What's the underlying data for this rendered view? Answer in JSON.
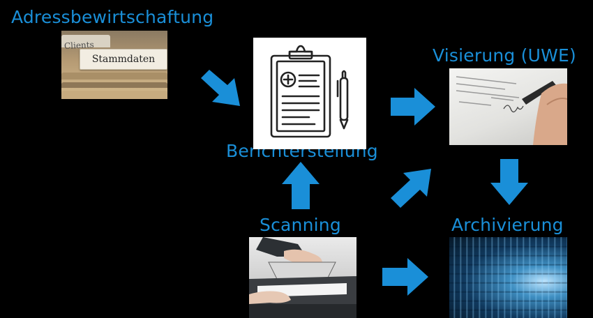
{
  "diagram": {
    "nodes": {
      "adress": {
        "label": "Adressbewirtschaftung",
        "photo_text": "Stammdaten",
        "photo_subtext": "Clients"
      },
      "bericht": {
        "label": "Berichterstellung"
      },
      "visierung": {
        "label": "Visierung (UWE)"
      },
      "scanning": {
        "label": "Scanning"
      },
      "archiv": {
        "label": "Archivierung"
      }
    },
    "edges": [
      {
        "from": "adress",
        "to": "bericht"
      },
      {
        "from": "bericht",
        "to": "visierung"
      },
      {
        "from": "visierung",
        "to": "archiv"
      },
      {
        "from": "scanning",
        "to": "bericht"
      },
      {
        "from": "scanning",
        "to": "visierung"
      },
      {
        "from": "scanning",
        "to": "archiv"
      }
    ],
    "colors": {
      "accent": "#1a8fd8",
      "background": "#000000"
    }
  }
}
